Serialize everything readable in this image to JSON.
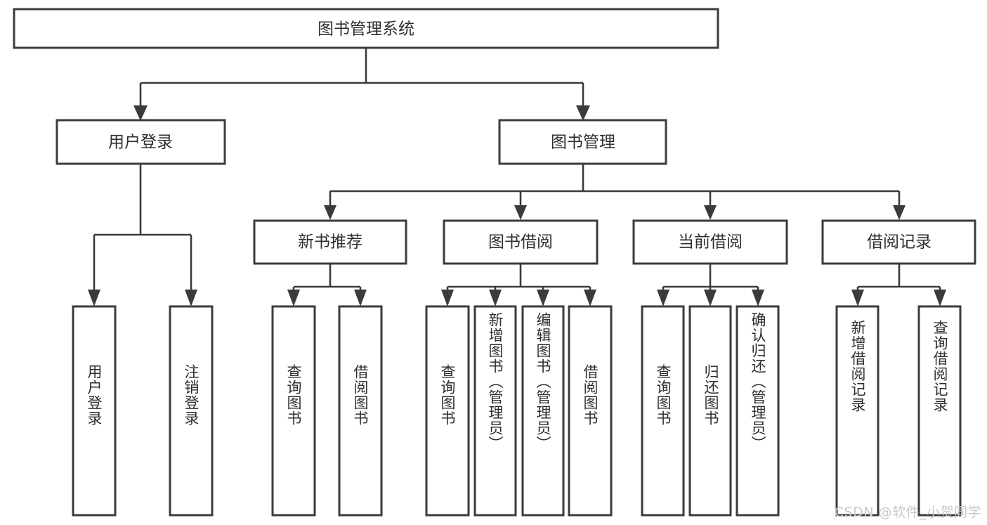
{
  "diagram": {
    "title": "图书管理系统",
    "type": "tree-hierarchy-flowchart",
    "orientation": "top-down",
    "colors": {
      "background": "#ffffff",
      "box_fill": "#ffffff",
      "box_stroke": "#3b3b3b",
      "connector": "#3b3b3b",
      "text": "#2f2f2f",
      "watermark": "#c9c9c9"
    },
    "root": {
      "label": "图书管理系统"
    },
    "level2": [
      {
        "label": "用户登录"
      },
      {
        "label": "图书管理"
      }
    ],
    "level3": [
      {
        "label": "新书推荐"
      },
      {
        "label": "图书借阅"
      },
      {
        "label": "当前借阅"
      },
      {
        "label": "借阅记录"
      }
    ],
    "leaves": {
      "user_login": [
        {
          "label": "用户登录"
        },
        {
          "label": "注销登录"
        }
      ],
      "new_book_recommend": [
        {
          "label": "查询图书"
        },
        {
          "label": "借阅图书"
        }
      ],
      "book_borrow": [
        {
          "label": "查询图书"
        },
        {
          "label": "新增图书（管理员）"
        },
        {
          "label": "编辑图书（管理员）"
        },
        {
          "label": "借阅图书"
        }
      ],
      "current_borrow": [
        {
          "label": "查询图书"
        },
        {
          "label": "归还图书"
        },
        {
          "label": "确认归还（管理员）"
        }
      ],
      "borrow_record": [
        {
          "label": "新增借阅记录"
        },
        {
          "label": "查询借阅记录"
        }
      ]
    }
  },
  "watermark": {
    "text": "CSDN @软件_小贺同学"
  }
}
